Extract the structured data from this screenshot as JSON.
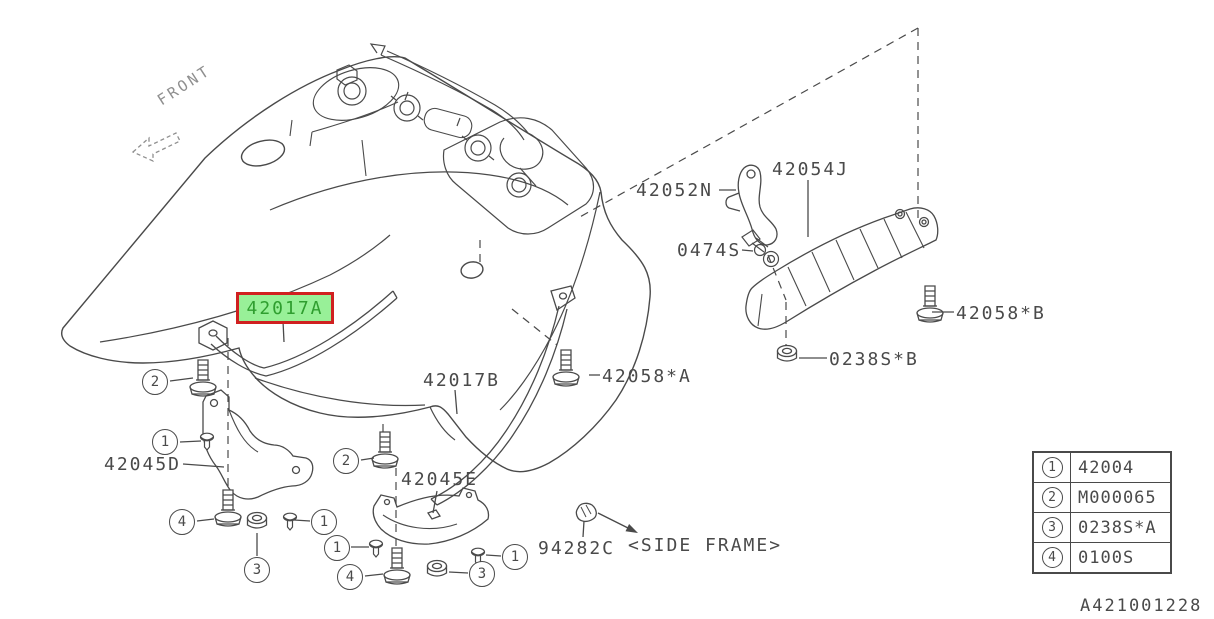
{
  "diagram": {
    "code": "A421001228",
    "front_label": "FRONT",
    "line_color": "#4a4a4a",
    "highlight": {
      "bg": "#98f098",
      "border": "#d02020",
      "text_color": "#2f9e2f"
    },
    "parts": {
      "band_front": "42017A",
      "band_rear": "42017B",
      "bracket_rear": "42052N",
      "protector_heat": "42054J",
      "bolt_0474s": "0474S",
      "bolt_42058b": "42058*B",
      "nut_0238sb": "0238S*B",
      "bolt_42058a": "42058*A",
      "protector_d": "42045D",
      "protector_e": "42045E",
      "clip": "94282C",
      "side_frame_note": "<SIDE FRAME>"
    },
    "callouts": {
      "n1": "1",
      "n2": "2",
      "n3": "3",
      "n4": "4"
    },
    "legend": {
      "rows": [
        {
          "num": "1",
          "part": "42004"
        },
        {
          "num": "2",
          "part": "M000065"
        },
        {
          "num": "3",
          "part": "0238S*A"
        },
        {
          "num": "4",
          "part": "0100S"
        }
      ]
    }
  }
}
